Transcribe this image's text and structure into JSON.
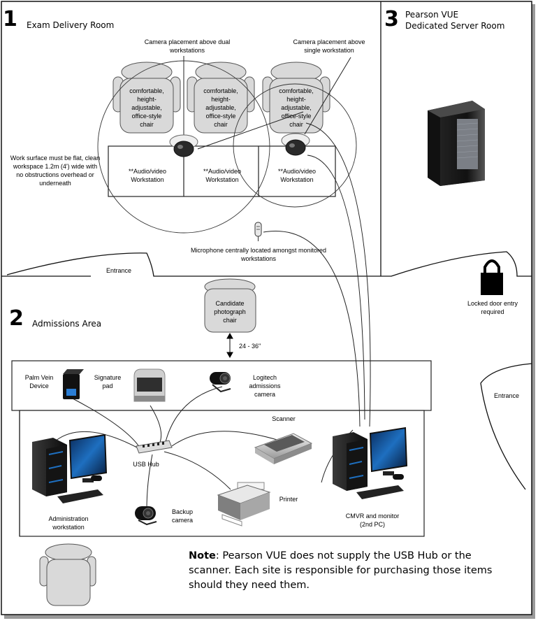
{
  "rooms": {
    "exam": {
      "number": "1",
      "title": "Exam Delivery Room"
    },
    "server": {
      "number": "3",
      "title_line1": "Pearson VUE",
      "title_line2": "Dedicated Server Room"
    },
    "admissions": {
      "number": "2",
      "title": "Admissions Area"
    }
  },
  "exam_room": {
    "camera_dual_label": "Camera placement above dual workstations",
    "camera_single_label": "Camera placement above single workstation",
    "chair_label": "comfortable, height-adjustable, office-style chair",
    "workstation_label": "**Audio/video Workstation",
    "worksurface_note": "Work surface must be flat, clean workspace 1.2m (4') wide with no obstructions overhead or underneath",
    "microphone_label": "Microphone centrally located amongst monitored workstations",
    "entrance_label": "Entrance"
  },
  "server_room": {
    "locked_door_label": "Locked door entry required",
    "entrance_label": "Entrance"
  },
  "admissions_area": {
    "photo_chair_label": "Candidate photograph chair",
    "distance_label": "24 - 36\"",
    "palm_vein_label": "Palm Vein Device",
    "signature_pad_label": "Signature pad",
    "logitech_label": "Logitech admissions camera",
    "scanner_label": "Scanner",
    "usb_hub_label": "USB Hub",
    "printer_label": "Printer",
    "backup_camera_label": "Backup camera",
    "admin_ws_label": "Administration workstation",
    "cmvr_label_line1": "CMVR and monitor",
    "cmvr_label_line2": "(2nd PC)"
  },
  "note": {
    "bold": "Note",
    "text": ": Pearson VUE does not supply the USB Hub or the scanner. Each site is responsible for purchasing those items should they need them."
  },
  "colors": {
    "line": "#111111",
    "chair_fill": "#d9d9d9",
    "chair_stroke": "#555555",
    "monitor_screen": "#1e6fc0",
    "tower_dark": "#1a1a1a"
  }
}
